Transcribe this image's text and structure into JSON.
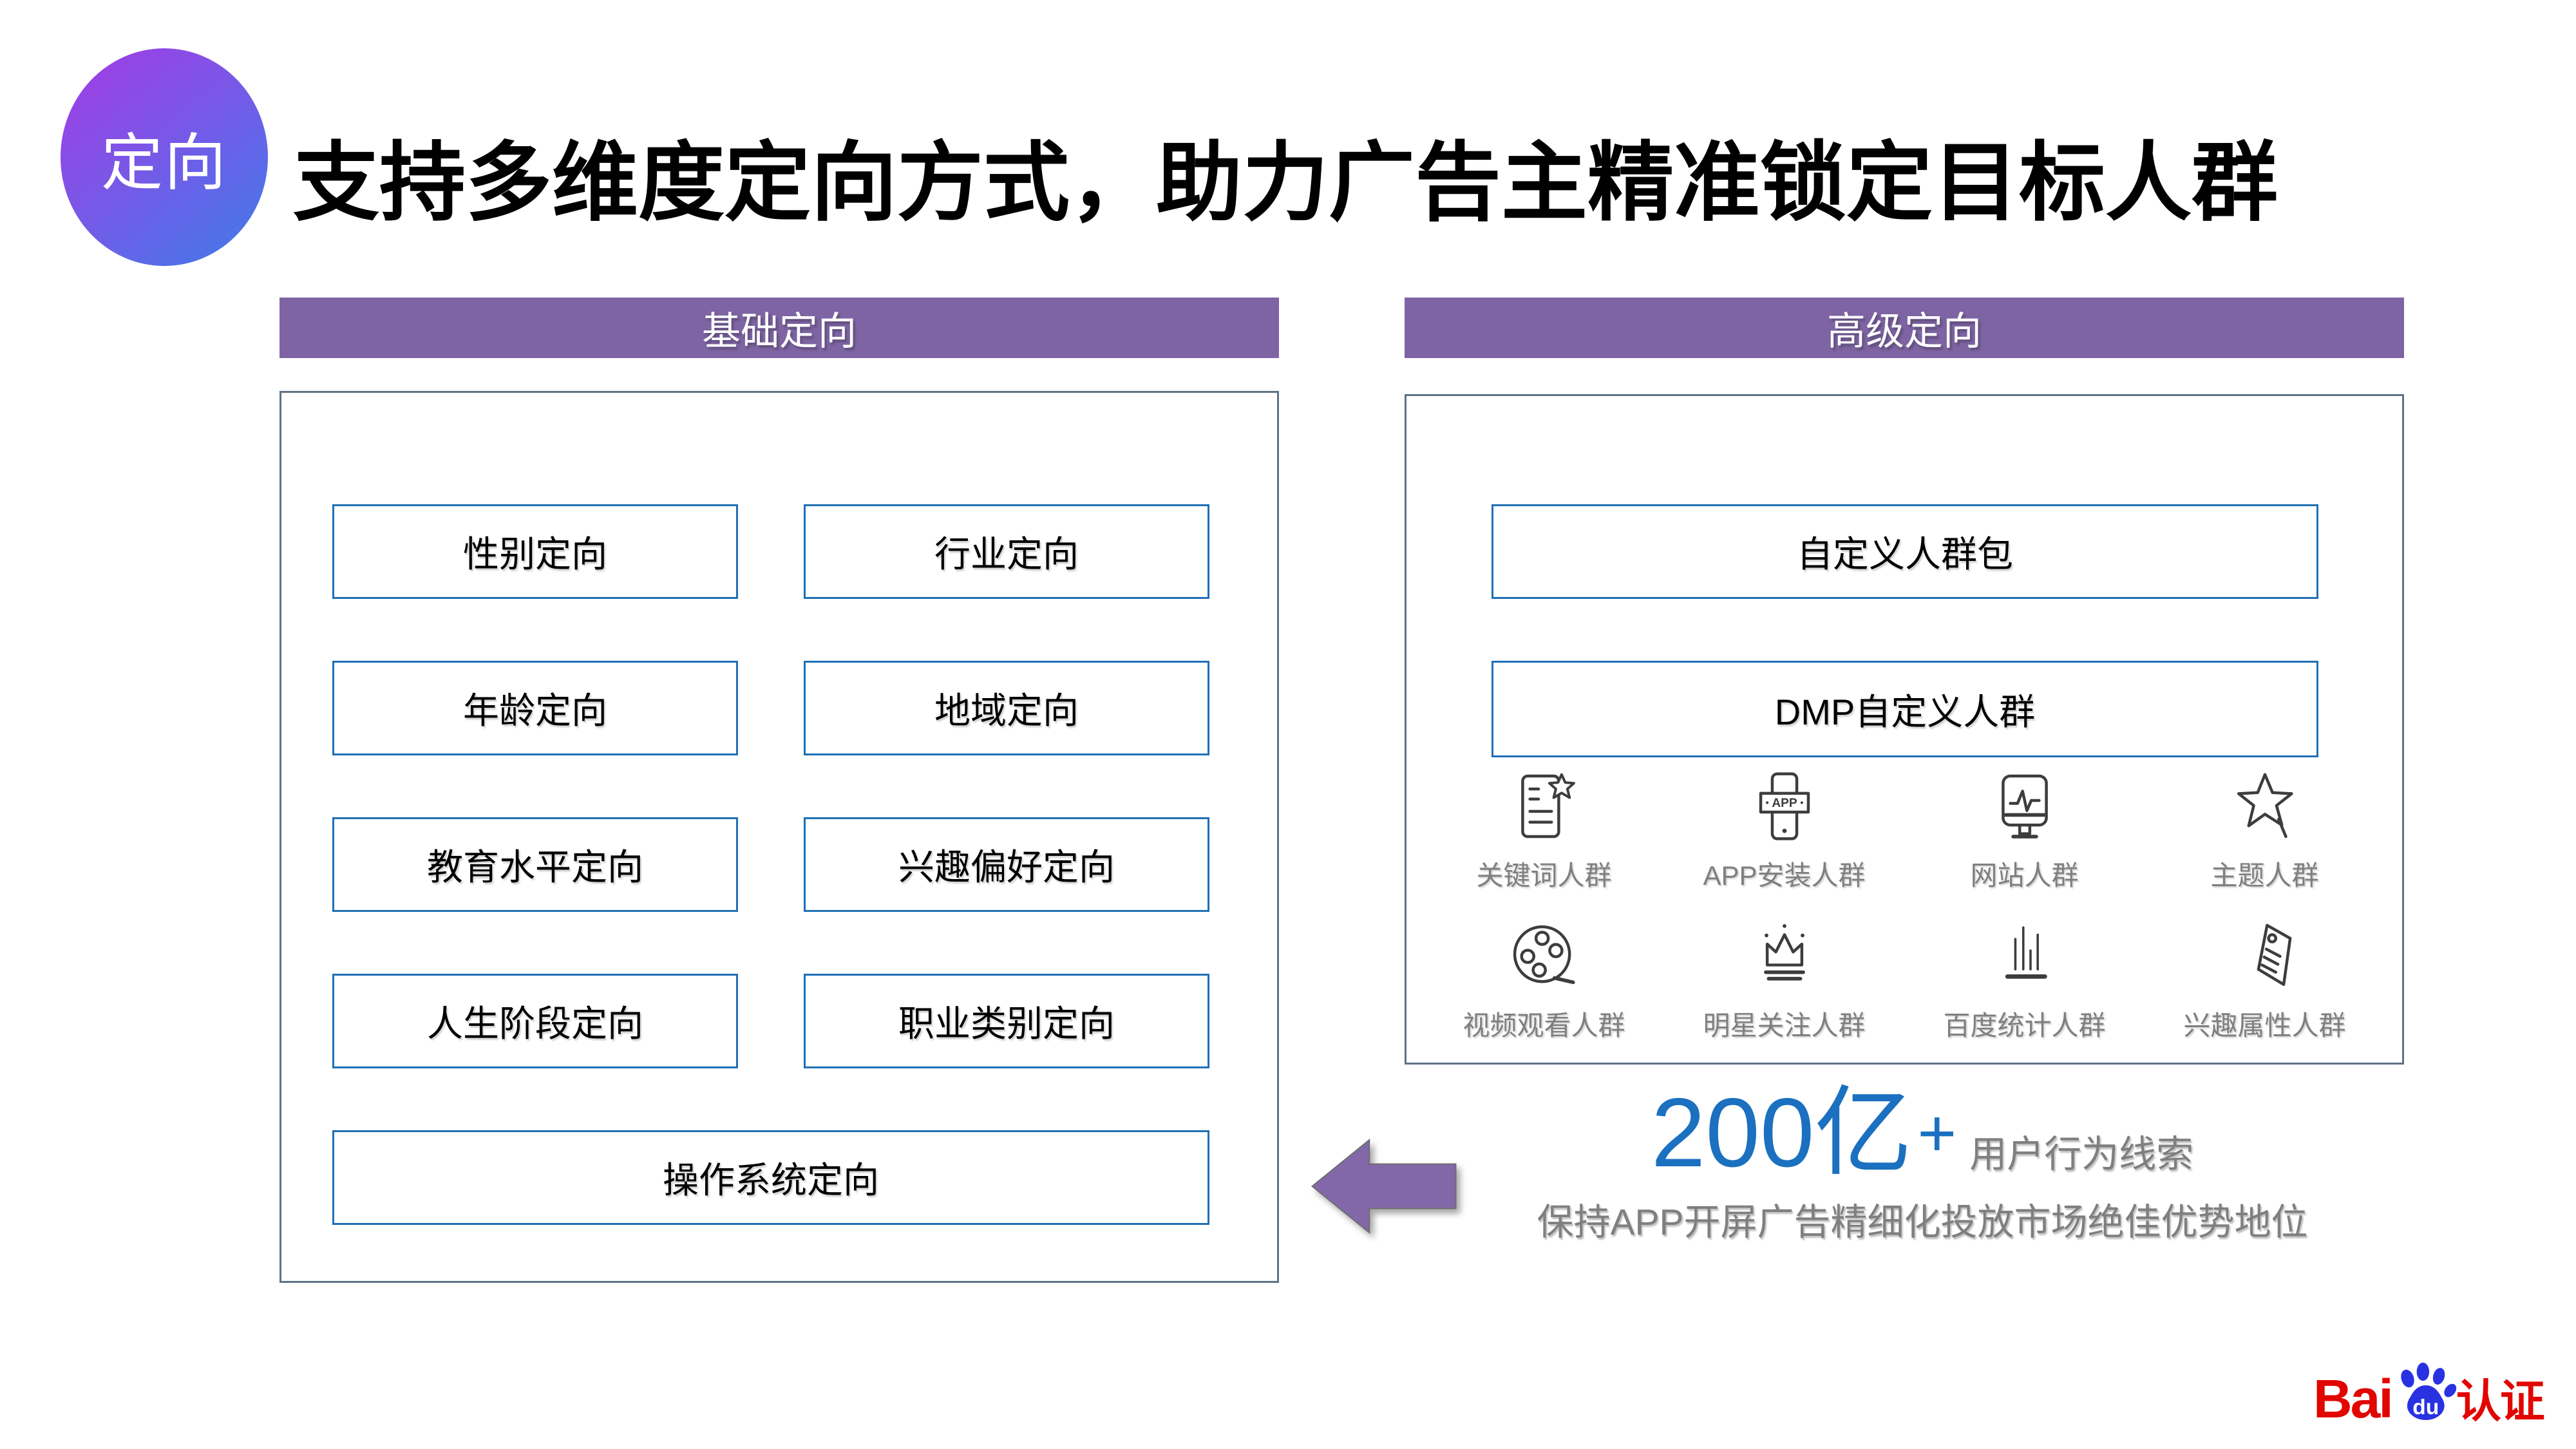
{
  "header": {
    "badge": "定向",
    "title": "支持多维度定向方式，助力广告主精准锁定目标人群"
  },
  "basic_targeting": {
    "header": "基础定向",
    "items": [
      "性别定向",
      "行业定向",
      "年龄定向",
      "地域定向",
      "教育水平定向",
      "兴趣偏好定向",
      "人生阶段定向",
      "职业类别定向",
      "操作系统定向"
    ]
  },
  "advanced_targeting": {
    "header": "高级定向",
    "custom_pack_button": "自定义人群包",
    "dmp_button": "DMP自定义人群",
    "app_icon_text": "APP",
    "audiences": [
      {
        "icon": "keyword-doc-star-icon",
        "label": "关键词人群"
      },
      {
        "icon": "app-install-phone-icon",
        "label": "APP安装人群"
      },
      {
        "icon": "website-monitor-icon",
        "label": "网站人群"
      },
      {
        "icon": "theme-star-icon",
        "label": "主题人群"
      },
      {
        "icon": "video-reel-icon",
        "label": "视频观看人群"
      },
      {
        "icon": "star-crown-icon",
        "label": "明星关注人群"
      },
      {
        "icon": "stats-bars-icon",
        "label": "百度统计人群"
      },
      {
        "icon": "interest-tag-icon",
        "label": "兴趣属性人群"
      }
    ]
  },
  "stats": {
    "number": "200亿",
    "plus": "+",
    "unit_label": "用户行为线索",
    "description": "保持APP开屏广告精细化投放市场绝佳优势地位"
  },
  "logo": {
    "bai": "Bai",
    "du": "du",
    "cert": "认证"
  },
  "colors": {
    "panel_header_purple": "#7e64a3",
    "button_border_blue": "#1f6fb5",
    "box_border_slate": "#5e7287",
    "stat_blue": "#1b70c0",
    "arrow_purple": "#8268a9",
    "badge_gradient_start": "#a43be4",
    "badge_gradient_end": "#3e7ce9",
    "gray_text": "#7f7f7f",
    "baidu_red": "#e10600",
    "baidu_blue": "#2932e1"
  }
}
